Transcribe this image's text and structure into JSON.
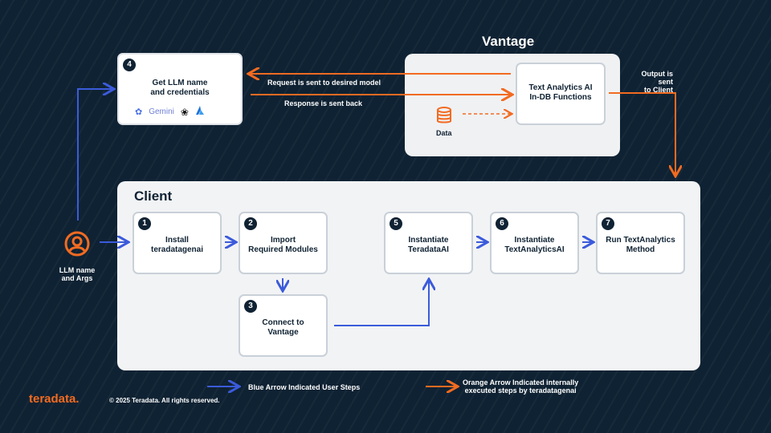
{
  "vantage": {
    "title": "Vantage",
    "functions_label": "Text Analytics AI\nIn-DB Functions",
    "data_label": "Data",
    "output_label": "Output is sent\nto Client"
  },
  "llm_box": {
    "step": "4",
    "title": "Get LLM name\nand credentials",
    "gemini_label": "Gemini"
  },
  "request_label": "Request is sent to desired model",
  "response_label": "Response is sent back",
  "client": {
    "title": "Client",
    "steps": [
      {
        "num": "1",
        "label": "Install\nteradatagenai"
      },
      {
        "num": "2",
        "label": "Import\nRequired Modules"
      },
      {
        "num": "3",
        "label": "Connect to\nVantage"
      },
      {
        "num": "5",
        "label": "Instantiate\nTeradataAI"
      },
      {
        "num": "6",
        "label": "Instantiate\nTextAnalyticsAI"
      },
      {
        "num": "7",
        "label": "Run TextAnalytics\nMethod"
      }
    ]
  },
  "user": {
    "label": "LLM name\nand Args"
  },
  "legend": {
    "blue_label": "Blue Arrow Indicated User Steps",
    "orange_label": "Orange Arrow Indicated internally\nexecuted steps by teradatagenai"
  },
  "footer": {
    "logo": "teradata.",
    "copyright": "© 2025 Teradata. All rights reserved."
  },
  "colors": {
    "background": "#0f2233",
    "blue_arrow": "#3b5bdb",
    "orange_arrow": "#f26b21",
    "panel": "#f2f3f5"
  }
}
